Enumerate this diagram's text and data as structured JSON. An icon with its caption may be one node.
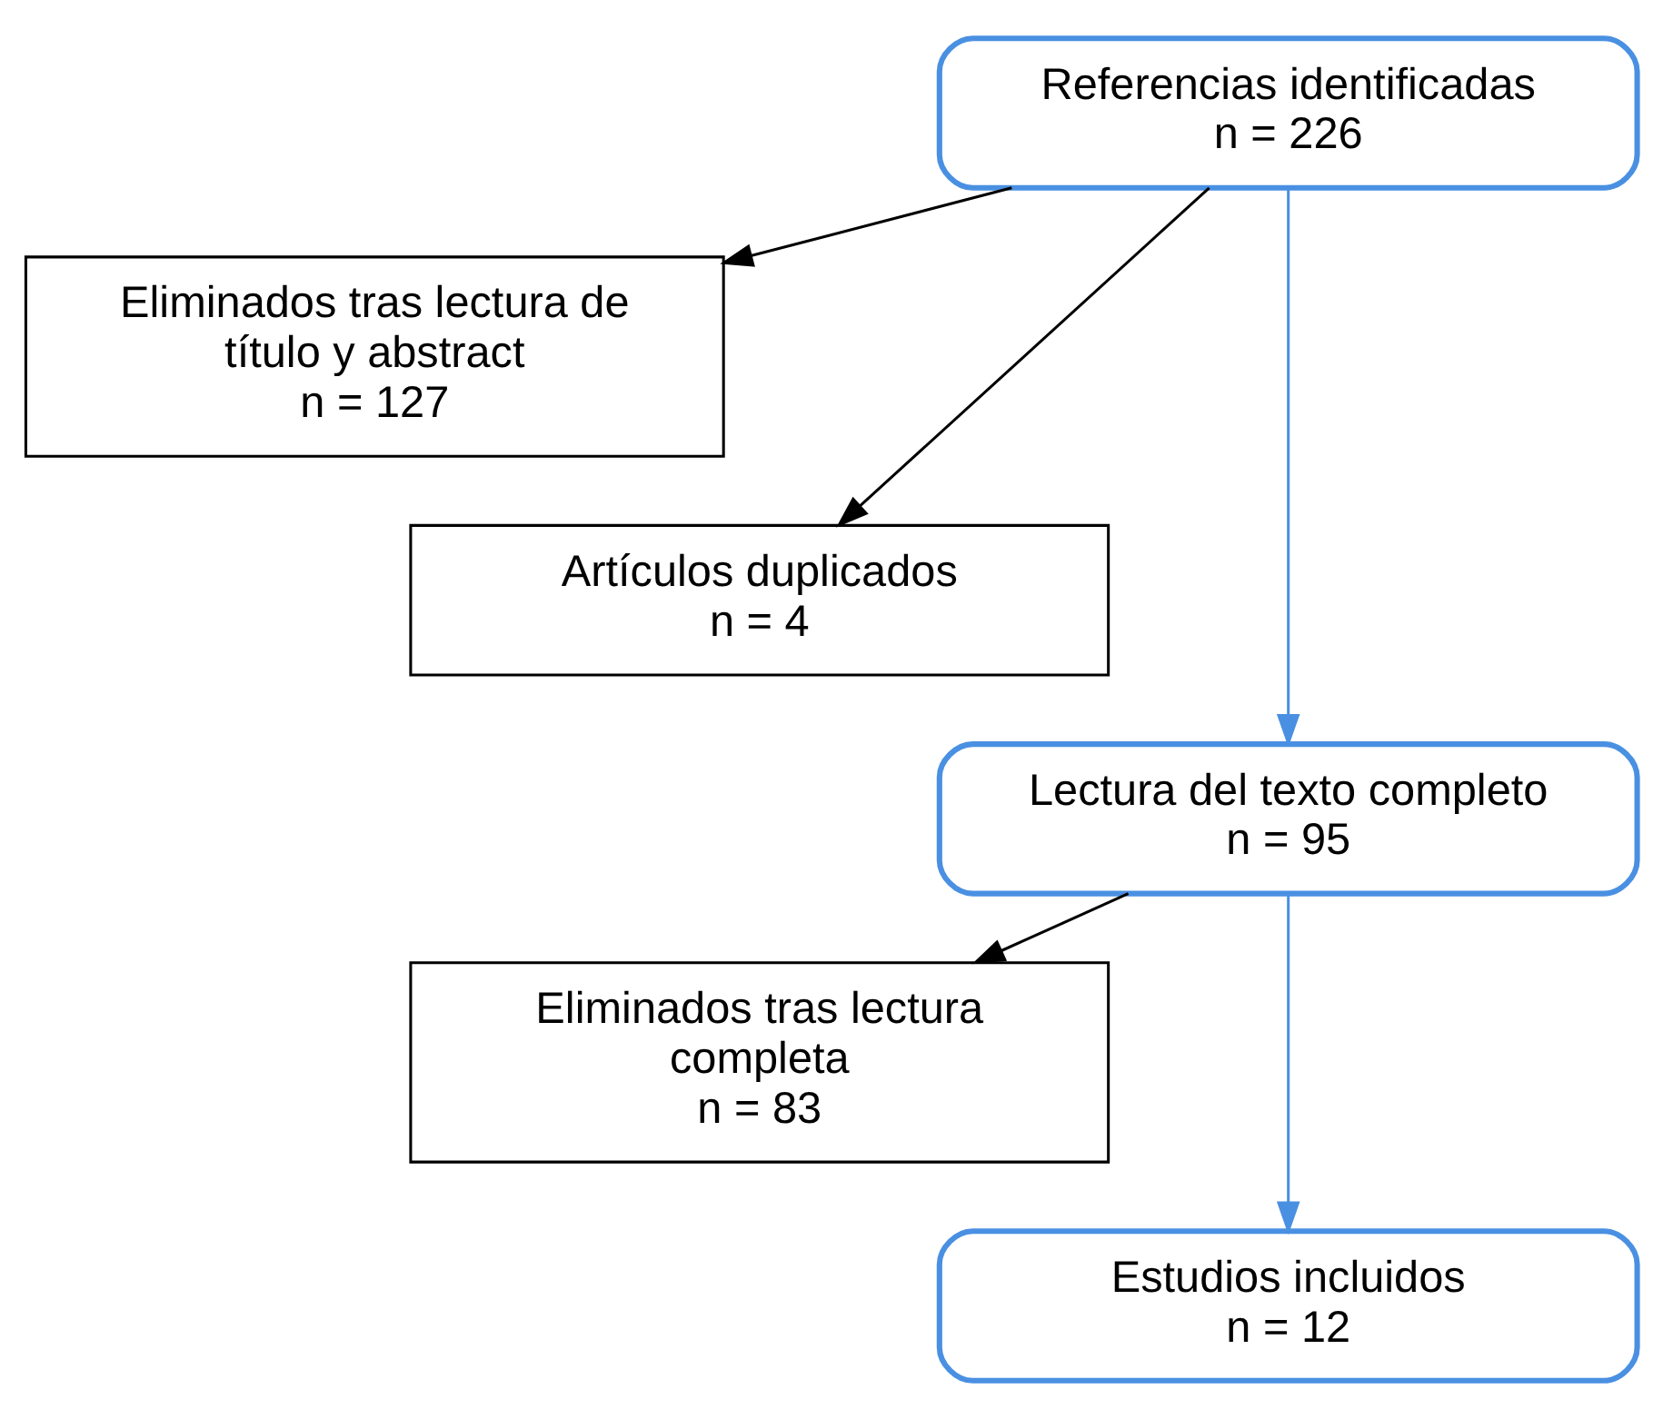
{
  "diagram": {
    "nodes": [
      {
        "text": [
          "Referencias identificadas",
          "n = 226"
        ]
      },
      {
        "text": [
          "Eliminados tras lectura de título y abstract",
          "n = 127"
        ]
      },
      {
        "text": [
          "Artículos duplicados",
          "n = 4"
        ]
      },
      {
        "text": [
          "Lectura del texto completo",
          "n = 95"
        ]
      },
      {
        "text": [
          "Eliminados tras lectura completa",
          "n = 83"
        ]
      },
      {
        "text": [
          "Estudios incluidos",
          "n = 12"
        ]
      }
    ],
    "edges": [
      {
        "from": 0,
        "to": 3,
        "arrow": "to",
        "color": "#4a90e2"
      },
      {
        "from": 0,
        "to": 1,
        "arrow": "to"
      },
      {
        "from": 0,
        "to": 2,
        "arrow": "to"
      },
      {
        "from": 3,
        "to": 5,
        "arrow": "to",
        "color": "#4a90e2"
      },
      {
        "from": 3,
        "to": 4,
        "arrow": "to"
      }
    ]
  }
}
